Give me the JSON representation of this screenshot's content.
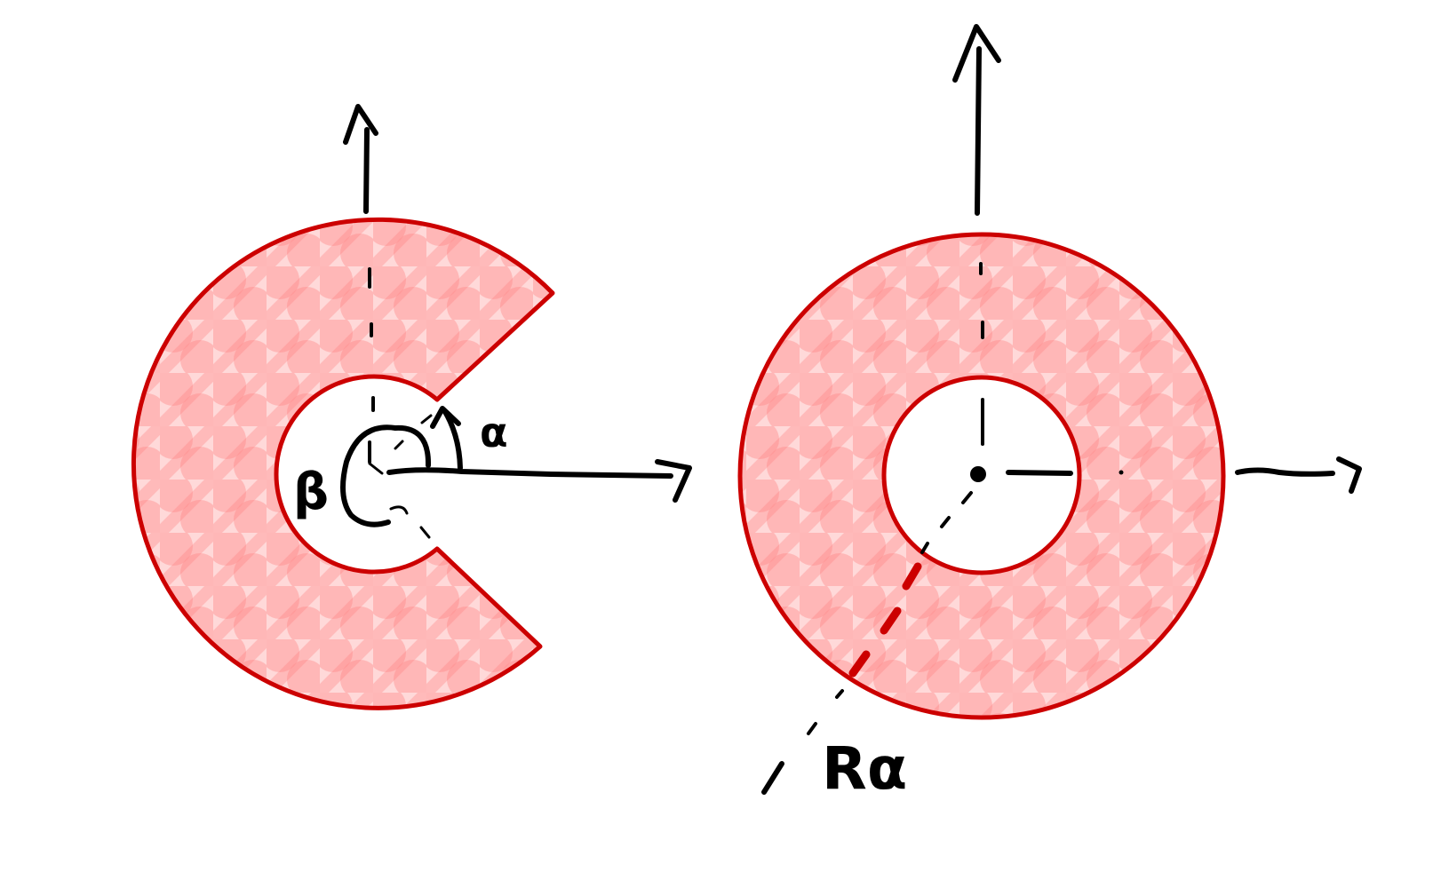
{
  "diagram": {
    "left_figure": {
      "label_alpha": "α",
      "label_beta": "β"
    },
    "right_figure": {
      "label_radius": "Rα"
    }
  },
  "colors": {
    "outline": "#cc0000",
    "fill": "#ff9a9a",
    "ink": "#000000"
  }
}
